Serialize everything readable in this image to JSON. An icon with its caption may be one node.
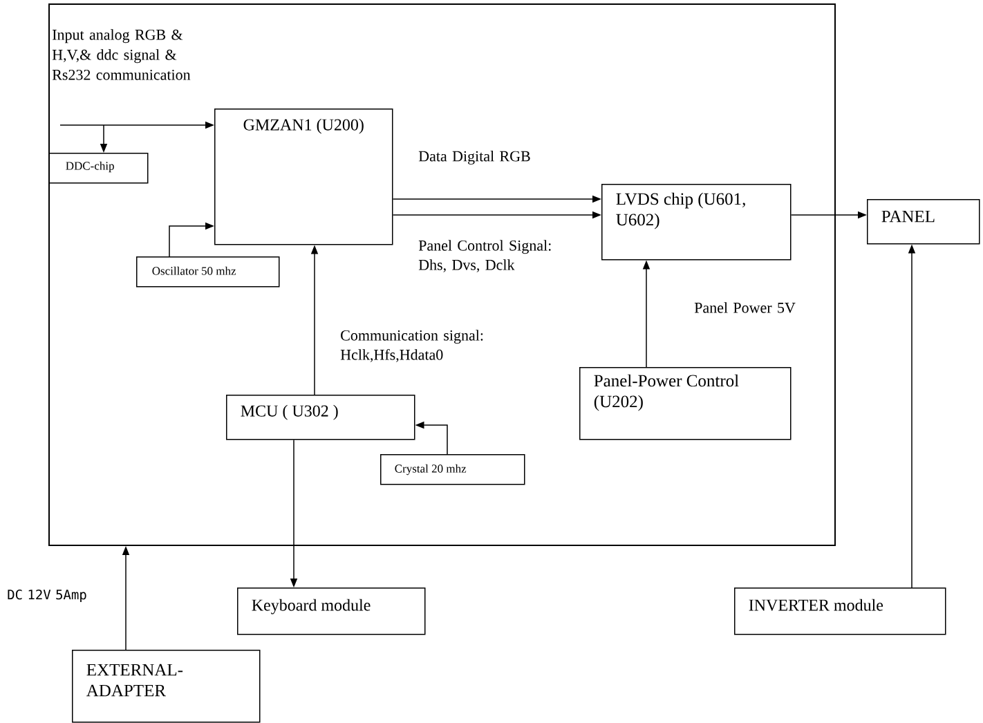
{
  "diagram": {
    "nodes": [
      {
        "text": [],
        "shape": "box"
      },
      {
        "text": [
          "GMZAN1 (U200)"
        ],
        "in": 0
      },
      {
        "text": [
          "DDC-chip"
        ],
        "in": 0
      },
      {
        "text": [
          "Oscillator 50 mhz"
        ],
        "in": 0
      },
      {
        "text": [
          "LVDS chip (U601, U602)"
        ],
        "in": 0
      },
      {
        "text": [
          "MCU ( U302 )"
        ],
        "in": 0
      },
      {
        "text": [
          "Crystal 20 mhz"
        ],
        "in": 0
      },
      {
        "text": [
          "Panel-Power Control (U202)"
        ],
        "in": 0
      },
      {
        "text": [
          "PANEL"
        ]
      },
      {
        "text": [
          "Keyboard module"
        ]
      },
      {
        "text": [
          "INVERTER module"
        ]
      },
      {
        "text": [
          "EXTERNAL-ADAPTER"
        ]
      }
    ],
    "edges": [
      {
        "from": null,
        "to": 1,
        "arrow": "to"
      },
      {
        "from": null,
        "to": 2,
        "arrow": "to"
      },
      {
        "from": 3,
        "to": 1,
        "arrow": "to"
      },
      {
        "from": 1,
        "to": 4,
        "arrow": "to",
        "label": "Data Digital RGB"
      },
      {
        "from": 1,
        "to": 4,
        "arrow": "to",
        "label": "Panel Control Signal: Dhs, Dvs, Dclk"
      },
      {
        "from": 5,
        "to": 1,
        "arrow": "to",
        "label": "Communication signal: Hclk,Hfs,Hdata0"
      },
      {
        "from": 6,
        "to": 5,
        "arrow": "to"
      },
      {
        "from": 7,
        "to": 4,
        "arrow": "to",
        "label": "Panel Power 5V"
      },
      {
        "from": 4,
        "to": 8,
        "arrow": "to"
      },
      {
        "from": 10,
        "to": 8,
        "arrow": "to"
      },
      {
        "from": 5,
        "to": 9,
        "arrow": "to"
      },
      {
        "from": 11,
        "to": 0,
        "arrow": "to",
        "label": "DC 12V 5Amp"
      }
    ],
    "labels": [
      "Input analog RGB & H,V,& ddc signal & Rs232 communication"
    ]
  }
}
